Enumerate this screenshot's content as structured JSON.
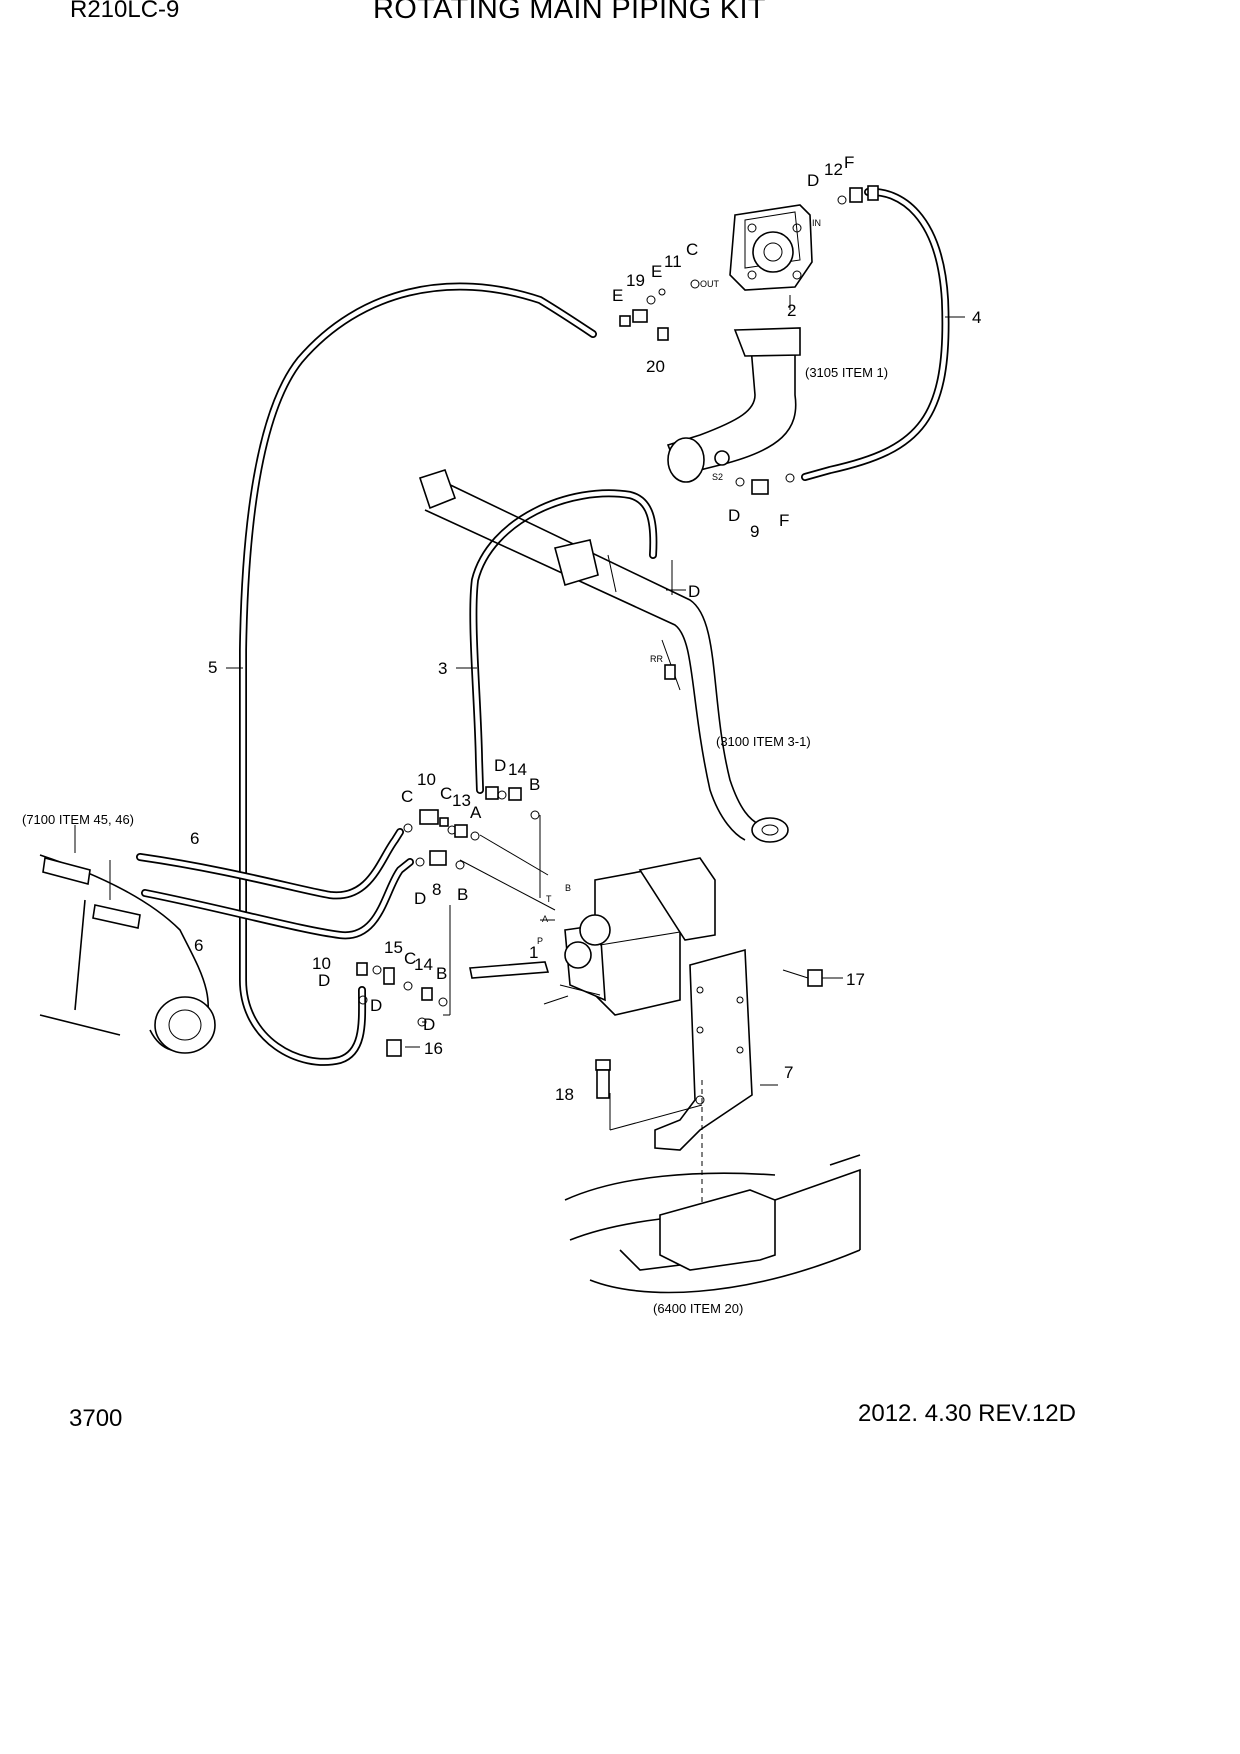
{
  "header": {
    "model": "R210LC-9",
    "title": "ROTATING MAIN PIPING KIT"
  },
  "footer": {
    "page_number": "3700",
    "revision": "2012. 4.30  REV.12D"
  },
  "references": {
    "ref_3105": "(3105 ITEM  1)",
    "ref_3100": "(3100 ITEM  3-1)",
    "ref_7100": "(7100 ITEM 45, 46)",
    "ref_6400": "(6400 ITEM  20)"
  },
  "part_numbers": {
    "p1": "1",
    "p2": "2",
    "p3": "3",
    "p4": "4",
    "p5": "5",
    "p6a": "6",
    "p6b": "6",
    "p7": "7",
    "p8": "8",
    "p9": "9",
    "p10a": "10",
    "p10b": "10",
    "p11": "11",
    "p12": "12",
    "p13": "13",
    "p14a": "14",
    "p14b": "14",
    "p15": "15",
    "p16": "16",
    "p17": "17",
    "p18": "18",
    "p19": "19",
    "p20": "20"
  },
  "connection_letters": {
    "d_top": "D",
    "f_top": "F",
    "c_pump": "C",
    "e_pump": "E",
    "e_left": "E",
    "d_s2": "D",
    "f_s2": "F",
    "d_rr": "D",
    "d_mid": "D",
    "b_mid": "B",
    "c_left": "C",
    "c_mid": "C",
    "a_mid": "A",
    "d_8": "D",
    "b_8": "B",
    "c_low": "C",
    "b_low": "B",
    "d_low1": "D",
    "d_low2": "D",
    "d_low3": "D"
  },
  "port_labels": {
    "in": "IN",
    "out": "OUT",
    "s2": "S2",
    "rr": "RR",
    "t": "T",
    "b": "B",
    "a": "A",
    "p": "P"
  },
  "colors": {
    "ink": "#000000",
    "paper": "#ffffff"
  }
}
